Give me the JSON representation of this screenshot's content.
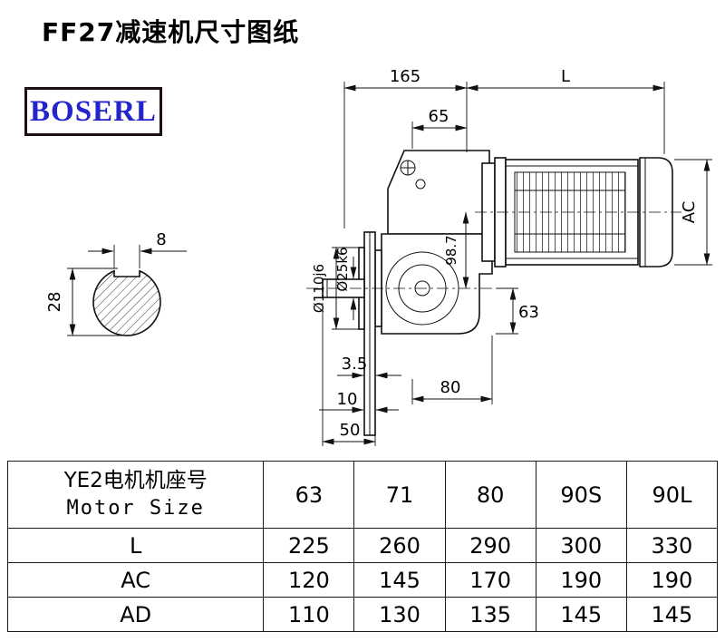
{
  "page": {
    "title": "FF27减速机尺寸图纸"
  },
  "logo": {
    "text": "BOSERL"
  },
  "drawing": {
    "dims": {
      "d165": "165",
      "d65": "65",
      "dL": "L",
      "dAC": "AC",
      "d110": "Ø110j6",
      "d25": "Ø25k6",
      "d987": "98.7",
      "d63": "63",
      "d35": "3.5",
      "d80": "80",
      "d10": "10",
      "d50": "50",
      "d8": "8",
      "d28": "28"
    }
  },
  "table": {
    "header_label_line1": "YE2电机机座号",
    "header_label_line2": "Motor Size",
    "header_values": [
      "63",
      "71",
      "80",
      "90S",
      "90L"
    ],
    "rows": [
      {
        "label": "L",
        "values": [
          "225",
          "260",
          "290",
          "300",
          "330"
        ]
      },
      {
        "label": "AC",
        "values": [
          "120",
          "145",
          "170",
          "190",
          "190"
        ]
      },
      {
        "label": "AD",
        "values": [
          "110",
          "130",
          "135",
          "145",
          "145"
        ]
      }
    ]
  }
}
